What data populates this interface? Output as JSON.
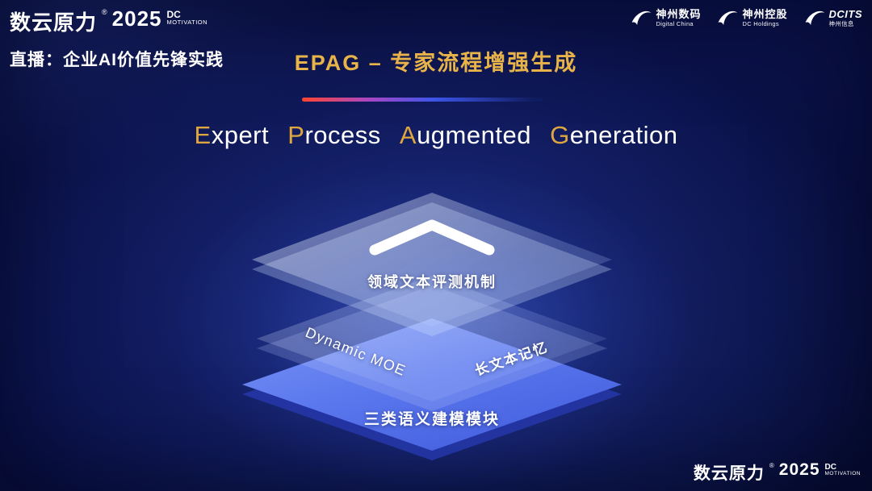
{
  "brand": {
    "name": "数云原力",
    "reg": "®",
    "year": "2025",
    "tag_top": "DC",
    "tag_bottom": "MOTIVATION"
  },
  "header": {
    "live_label": "直播：企业AI价值先锋实践",
    "title": "EPAG – 专家流程增强生成",
    "partners": [
      {
        "name": "神州数码",
        "subtitle": "Digital China",
        "icon": "digital-china-swoosh-icon"
      },
      {
        "name": "神州控股",
        "subtitle": "DC Holdings",
        "icon": "dc-holdings-swoosh-icon"
      },
      {
        "name": "DCITS",
        "subtitle": "神州信息",
        "icon": "dcits-swoosh-icon"
      }
    ]
  },
  "subtitle": {
    "full": "Expert Process Augmented Generation",
    "words": [
      {
        "first": "E",
        "rest": "xpert"
      },
      {
        "first": "P",
        "rest": "rocess"
      },
      {
        "first": "A",
        "rest": "ugmented"
      },
      {
        "first": "G",
        "rest": "eneration"
      }
    ]
  },
  "diagram": {
    "layers": [
      {
        "label": "领域文本评测机制",
        "icon": "chevron-up-icon"
      },
      {
        "label_left": "Dynamic MOE",
        "label_right": "长文本记忆"
      },
      {
        "label": "三类语义建模模块"
      }
    ]
  },
  "colors": {
    "gold": "#dfa640",
    "title-gold": "#e8b44a",
    "accent-red": "#ff4530",
    "layer-blue": "#5b78ee",
    "bg-deep": "#070d36",
    "glow-blue": "#5278ff",
    "white": "#ffffff"
  }
}
